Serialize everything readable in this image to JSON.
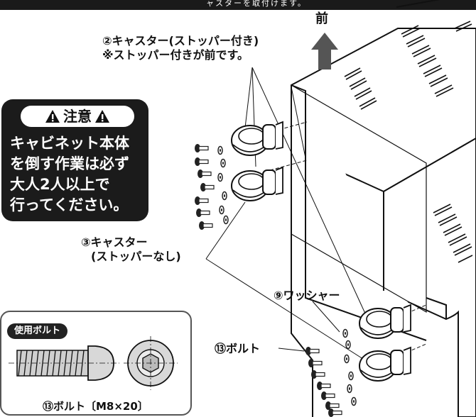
{
  "header_text": "ャスターを取付けます。",
  "front_label": "前",
  "caster_stopper": {
    "line1": "②キャスター(ストッパー付き)",
    "line2": "※ストッパー付きが前です。"
  },
  "caster_plain": {
    "line1": "③キャスター",
    "line2": "(ストッパーなし)"
  },
  "washer_label": "⑨ワッシャー",
  "bolt_label": "⑬ボルト",
  "caution": {
    "title": "注意",
    "lines": [
      "キャビネット本体",
      "を倒す作業は必ず",
      "大人2人以上で",
      "行ってください。"
    ]
  },
  "bolt_panel": {
    "badge": "使用ボルト",
    "caption": "⑬ボルト〔M8×20〕"
  },
  "icons": [
    "warning-icon",
    "arrow-up-icon"
  ]
}
